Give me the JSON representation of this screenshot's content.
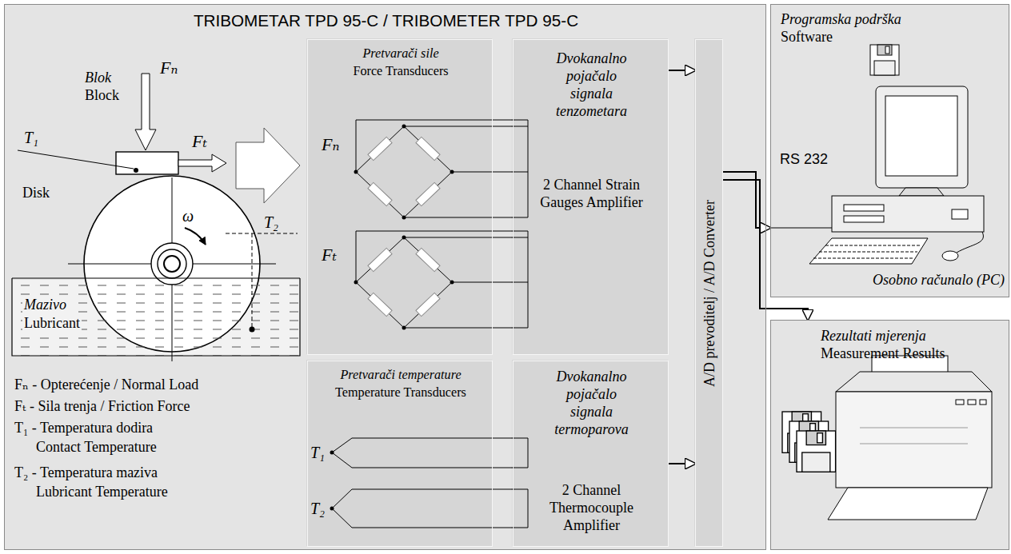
{
  "diagram": {
    "nodes": [
      {
        "text": [
          "TRIBOMETAR TPD 95-C / TRIBOMETER TPD 95-C"
        ]
      },
      {
        "text": [
          "Pretvarači sile",
          "Force Transducers"
        ],
        "in": 0
      },
      {
        "text": [
          "Dvokanalno pojačalo signala tenzometara",
          "2 Channel Strain Gauges Amplifier"
        ],
        "in": 0
      },
      {
        "text": [
          "A/D prevoditelj / A/D Converter"
        ],
        "in": 0
      },
      {
        "text": [
          "Pretvarači temperature",
          "Temperature Transducers"
        ],
        "in": 0
      },
      {
        "text": [
          "Dvokanalno pojačalo signala termoparova",
          "2 Channel Thermocouple Amplifier"
        ],
        "in": 0
      },
      {
        "text": [
          "Programska podrška",
          "Software",
          "Osobno računalo (PC)"
        ]
      },
      {
        "text": [
          "Rezultati mjerenja",
          "Measurement Results"
        ]
      }
    ],
    "edges": [
      {
        "from": 1,
        "to": 2,
        "arrow": "none"
      },
      {
        "from": 4,
        "to": 5,
        "arrow": "none"
      },
      {
        "from": 2,
        "to": 3,
        "arrow": "to"
      },
      {
        "from": 5,
        "to": 3,
        "arrow": "to"
      },
      {
        "from": 3,
        "to": 6,
        "arrow": "to"
      },
      {
        "from": 3,
        "to": 7,
        "arrow": "to"
      }
    ],
    "labels": [
      "Blok",
      "Block",
      "Fₙ",
      "T₁",
      "Fₜ",
      "Disk",
      "ω",
      "T₂",
      "Mazivo",
      "Lubricant",
      "Fₙ - Opterećenje / Normal Load",
      "Fₜ - Sila trenja / Friction Force",
      "T₁ - Temperatura dodira",
      "Contact Temperature",
      "T₂ - Temperatura maziva",
      "Lubricant Temperature",
      "Fₙ",
      "Fₜ",
      "T₁",
      "T₂",
      "RS 232"
    ]
  }
}
